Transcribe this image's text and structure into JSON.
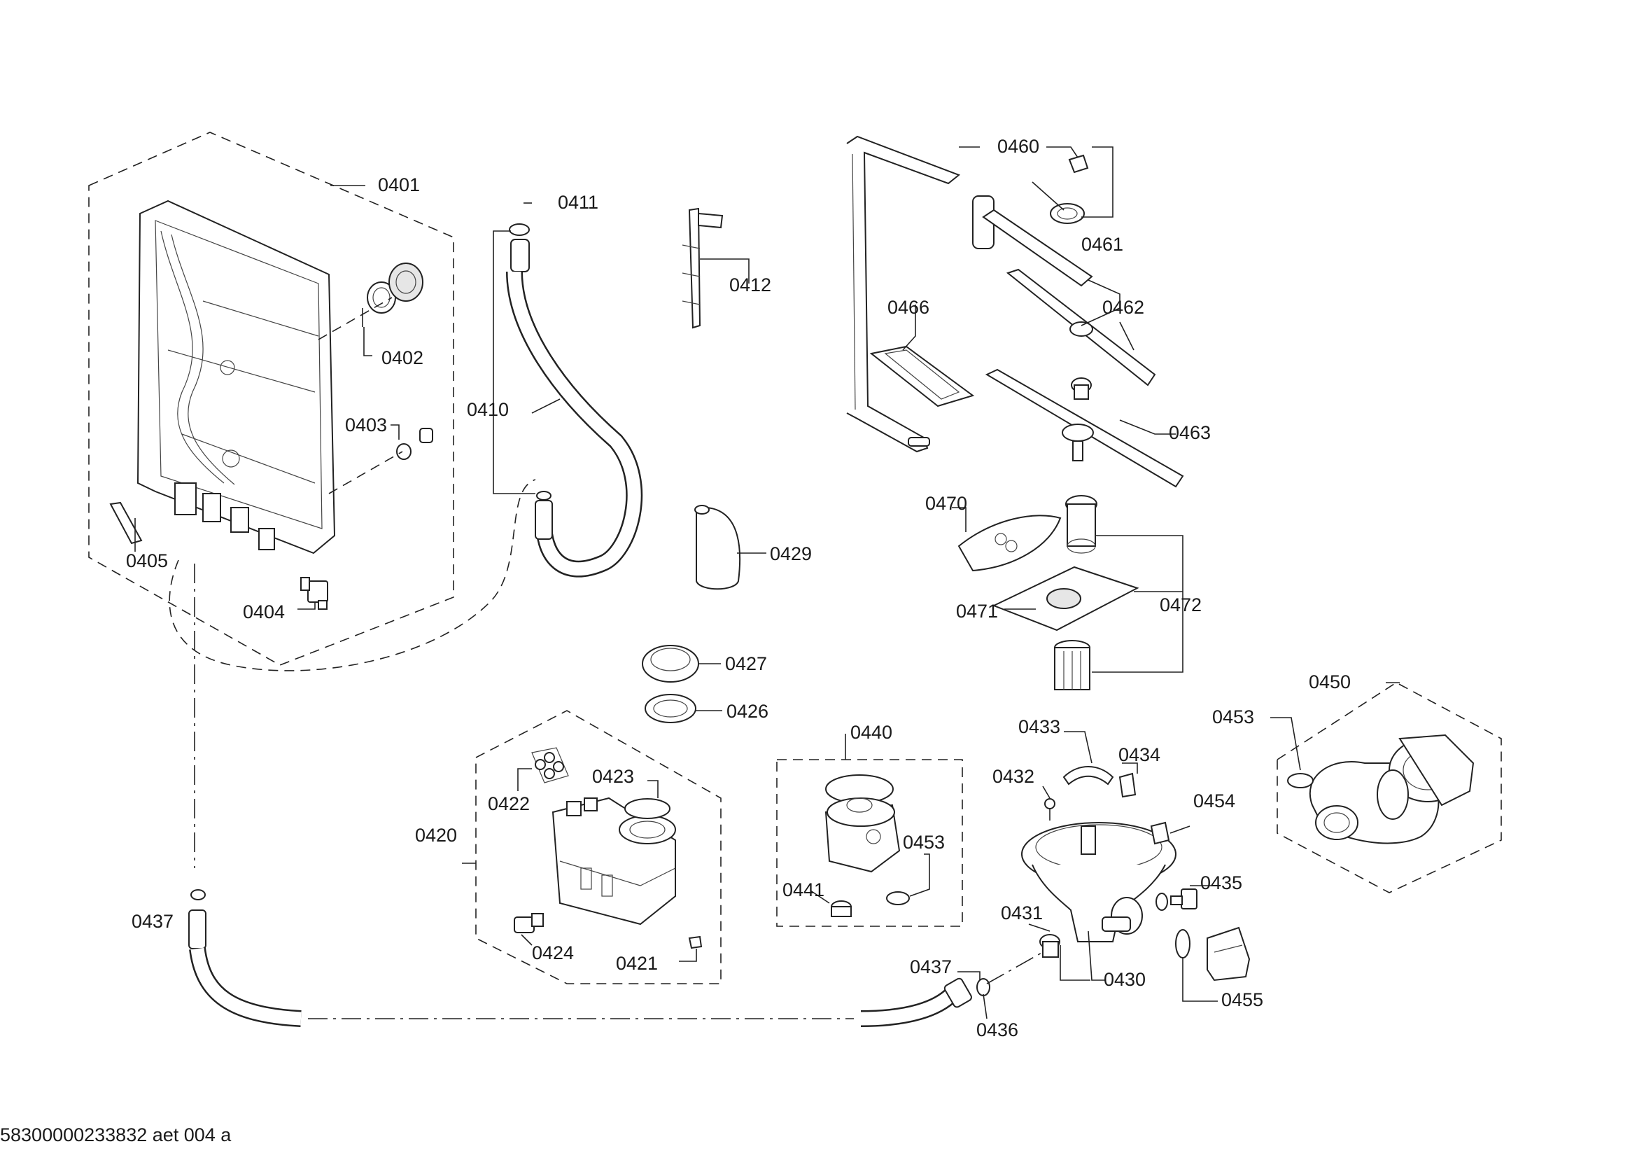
{
  "labels": [
    {
      "id": "0401",
      "text": "0401"
    },
    {
      "id": "0402",
      "text": "0402"
    },
    {
      "id": "0403",
      "text": "0403"
    },
    {
      "id": "0404",
      "text": "0404"
    },
    {
      "id": "0405",
      "text": "0405"
    },
    {
      "id": "0410",
      "text": "0410"
    },
    {
      "id": "0411",
      "text": "0411"
    },
    {
      "id": "0412",
      "text": "0412"
    },
    {
      "id": "0420",
      "text": "0420"
    },
    {
      "id": "0421",
      "text": "0421"
    },
    {
      "id": "0422",
      "text": "0422"
    },
    {
      "id": "0423",
      "text": "0423"
    },
    {
      "id": "0424",
      "text": "0424"
    },
    {
      "id": "0426",
      "text": "0426"
    },
    {
      "id": "0427",
      "text": "0427"
    },
    {
      "id": "0429",
      "text": "0429"
    },
    {
      "id": "0430",
      "text": "0430"
    },
    {
      "id": "0431",
      "text": "0431"
    },
    {
      "id": "0432",
      "text": "0432"
    },
    {
      "id": "0433",
      "text": "0433"
    },
    {
      "id": "0434",
      "text": "0434"
    },
    {
      "id": "0435",
      "text": "0435"
    },
    {
      "id": "0436",
      "text": "0436"
    },
    {
      "id": "0437a",
      "text": "0437"
    },
    {
      "id": "0437b",
      "text": "0437"
    },
    {
      "id": "0440",
      "text": "0440"
    },
    {
      "id": "0441",
      "text": "0441"
    },
    {
      "id": "0450",
      "text": "0450"
    },
    {
      "id": "0453a",
      "text": "0453"
    },
    {
      "id": "0453b",
      "text": "0453"
    },
    {
      "id": "0454",
      "text": "0454"
    },
    {
      "id": "0455",
      "text": "0455"
    },
    {
      "id": "0460",
      "text": "0460"
    },
    {
      "id": "0461",
      "text": "0461"
    },
    {
      "id": "0462",
      "text": "0462"
    },
    {
      "id": "0463",
      "text": "0463"
    },
    {
      "id": "0466",
      "text": "0466"
    },
    {
      "id": "0470",
      "text": "0470"
    },
    {
      "id": "0471",
      "text": "0471"
    },
    {
      "id": "0472",
      "text": "0472"
    }
  ],
  "footer": {
    "code": "58300000233832 aet 004 a"
  }
}
